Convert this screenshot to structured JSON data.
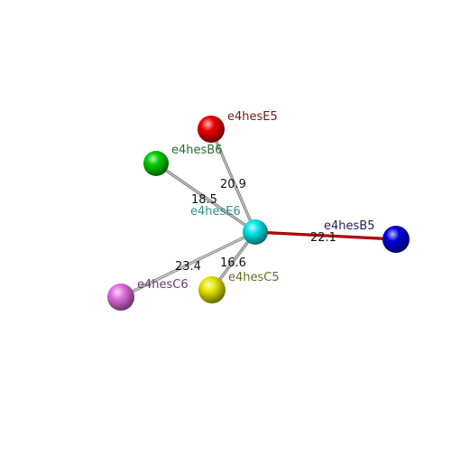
{
  "center": {
    "label": "e4hesE6",
    "color": "#00e6e6",
    "label_color": "#2f8f8f"
  },
  "nodes": [
    {
      "id": "e4hesE5",
      "label": "e4hesE5",
      "color": "#ee0000",
      "label_color": "#6b1b1b",
      "distance": "20.9",
      "link_color": "#bdbdbd"
    },
    {
      "id": "e4hesB6",
      "label": "e4hesB6",
      "color": "#00cc00",
      "label_color": "#2a6b2a",
      "distance": "18.5",
      "link_color": "#bdbdbd"
    },
    {
      "id": "e4hesB5",
      "label": "e4hesB5",
      "color": "#0000dd",
      "label_color": "#1f1f5e",
      "distance": "22.1",
      "link_color": "#cc0000"
    },
    {
      "id": "e4hesC6",
      "label": "e4hesC6",
      "color": "#e070e0",
      "label_color": "#6b3b6b",
      "distance": "23.4",
      "link_color": "#c8c8c8"
    },
    {
      "id": "e4hesC5",
      "label": "e4hesC5",
      "color": "#e6e600",
      "label_color": "#6b6b2a",
      "distance": "16.6",
      "link_color": "#bdbdbd"
    }
  ]
}
